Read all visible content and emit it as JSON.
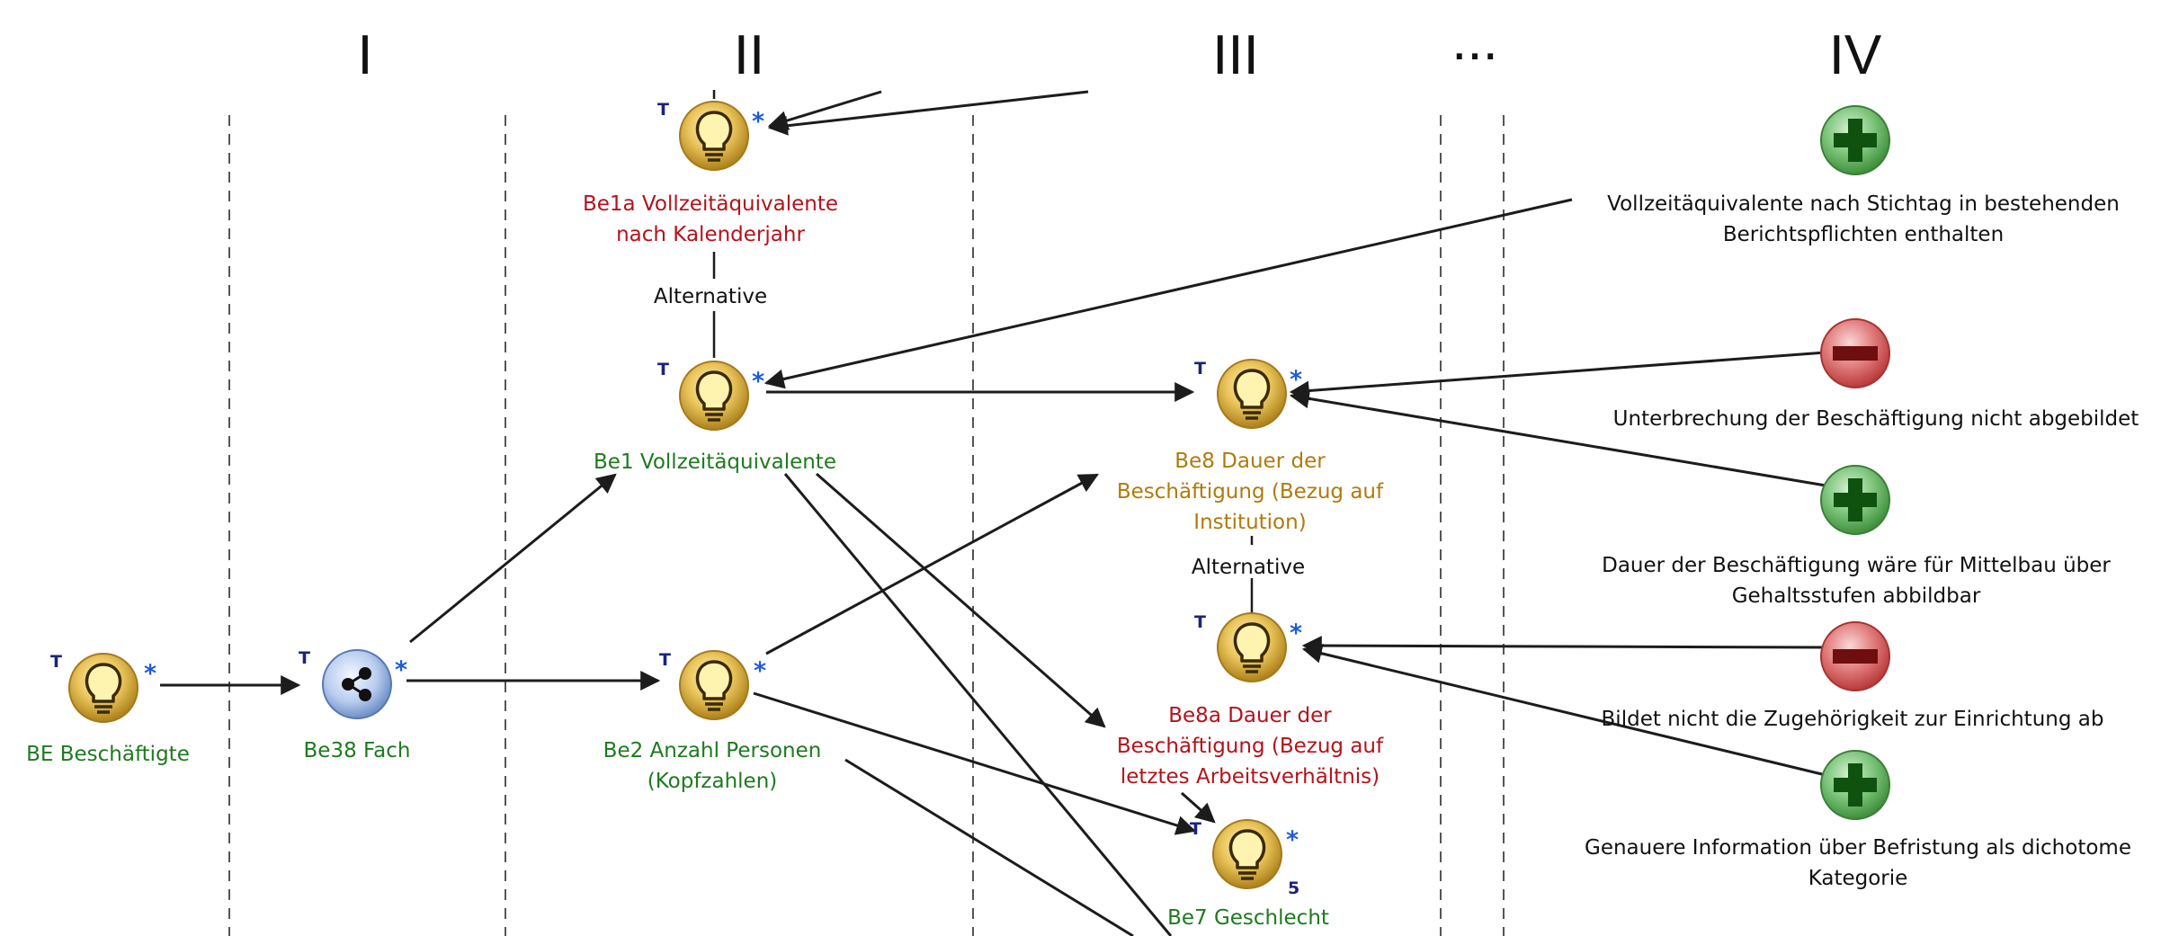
{
  "columns": [
    "I",
    "II",
    "III",
    "...",
    "IV"
  ],
  "nodes": {
    "be": "BE Beschäftigte",
    "be38": "Be38 Fach",
    "be1a": [
      "Be1a Vollzeitäquivalente",
      "nach Kalenderjahr"
    ],
    "be1": "Be1 Vollzeitäquivalente",
    "be2": [
      "Be2 Anzahl Personen",
      "(Kopfzahlen)"
    ],
    "be8": [
      "Be8 Dauer der",
      "Beschäftigung (Bezug auf",
      "Institution)"
    ],
    "be8a": [
      "Be8a Dauer der",
      "Beschäftigung (Bezug auf",
      "letztes Arbeitsverhältnis)"
    ],
    "be7": "Be7 Geschlecht",
    "be7_count": "5"
  },
  "markers": {
    "t": "T",
    "star": "*"
  },
  "alternative_label": "Alternative",
  "arguments": [
    {
      "type": "pro",
      "text": [
        "Vollzeitäquivalente nach Stichtag in bestehenden",
        "Berichtspflichten enthalten"
      ]
    },
    {
      "type": "contra",
      "text": [
        "Unterbrechung der Beschäftigung nicht abgebildet"
      ]
    },
    {
      "type": "pro",
      "text": [
        "Dauer der Beschäftigung wäre für Mittelbau über",
        "Gehaltsstufen abbildbar"
      ]
    },
    {
      "type": "contra",
      "text": [
        "Bildet nicht die Zugehörigkeit zur Einrichtung ab"
      ]
    },
    {
      "type": "pro",
      "text": [
        "Genauere Information über Befristung als dichotome",
        "Kategorie"
      ]
    }
  ],
  "colors": {
    "valid": "#1e7a1e",
    "alternative": "#b5121b",
    "partial": "#b07a0c",
    "pro": "#3f9b3f",
    "contra": "#d64545"
  }
}
